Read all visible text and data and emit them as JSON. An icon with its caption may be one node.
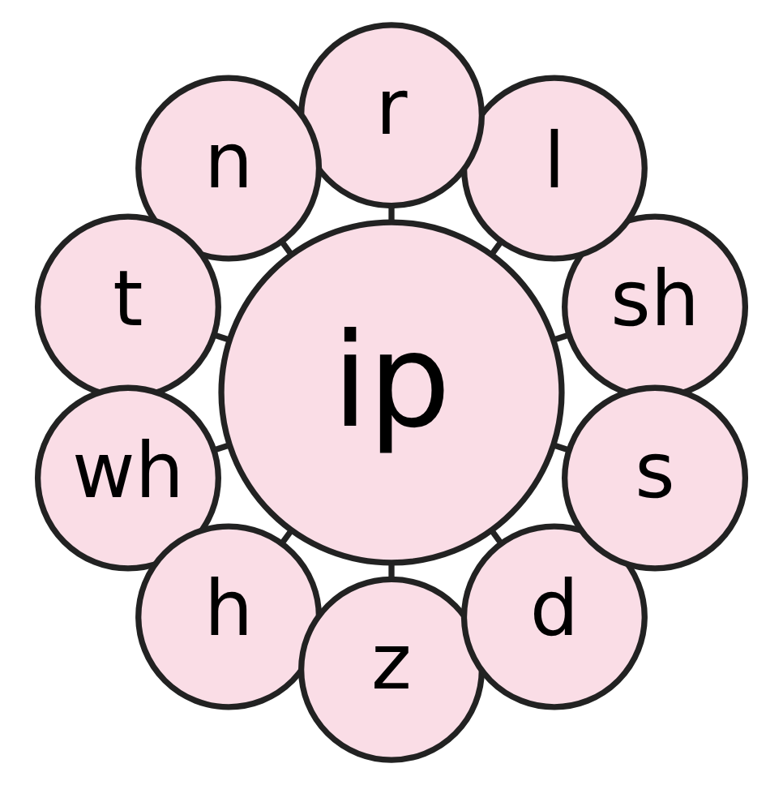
{
  "diagram": {
    "nodes": [
      {
        "text": [
          "ip"
        ]
      },
      {
        "text": [
          "sh"
        ]
      },
      {
        "text": [
          "l"
        ]
      },
      {
        "text": [
          "r"
        ]
      },
      {
        "text": [
          "n"
        ]
      },
      {
        "text": [
          "t"
        ]
      },
      {
        "text": [
          "wh"
        ]
      },
      {
        "text": [
          "h"
        ]
      },
      {
        "text": [
          "z"
        ]
      },
      {
        "text": [
          "d"
        ]
      },
      {
        "text": [
          "s"
        ]
      }
    ],
    "edges": [
      {
        "from": 0,
        "to": 1,
        "arrow": "none"
      },
      {
        "from": 0,
        "to": 2,
        "arrow": "none"
      },
      {
        "from": 0,
        "to": 3,
        "arrow": "none"
      },
      {
        "from": 0,
        "to": 4,
        "arrow": "none"
      },
      {
        "from": 0,
        "to": 5,
        "arrow": "none"
      },
      {
        "from": 0,
        "to": 6,
        "arrow": "none"
      },
      {
        "from": 0,
        "to": 7,
        "arrow": "none"
      },
      {
        "from": 0,
        "to": 8,
        "arrow": "none"
      },
      {
        "from": 0,
        "to": 9,
        "arrow": "none"
      },
      {
        "from": 0,
        "to": 10,
        "arrow": "none"
      }
    ]
  }
}
